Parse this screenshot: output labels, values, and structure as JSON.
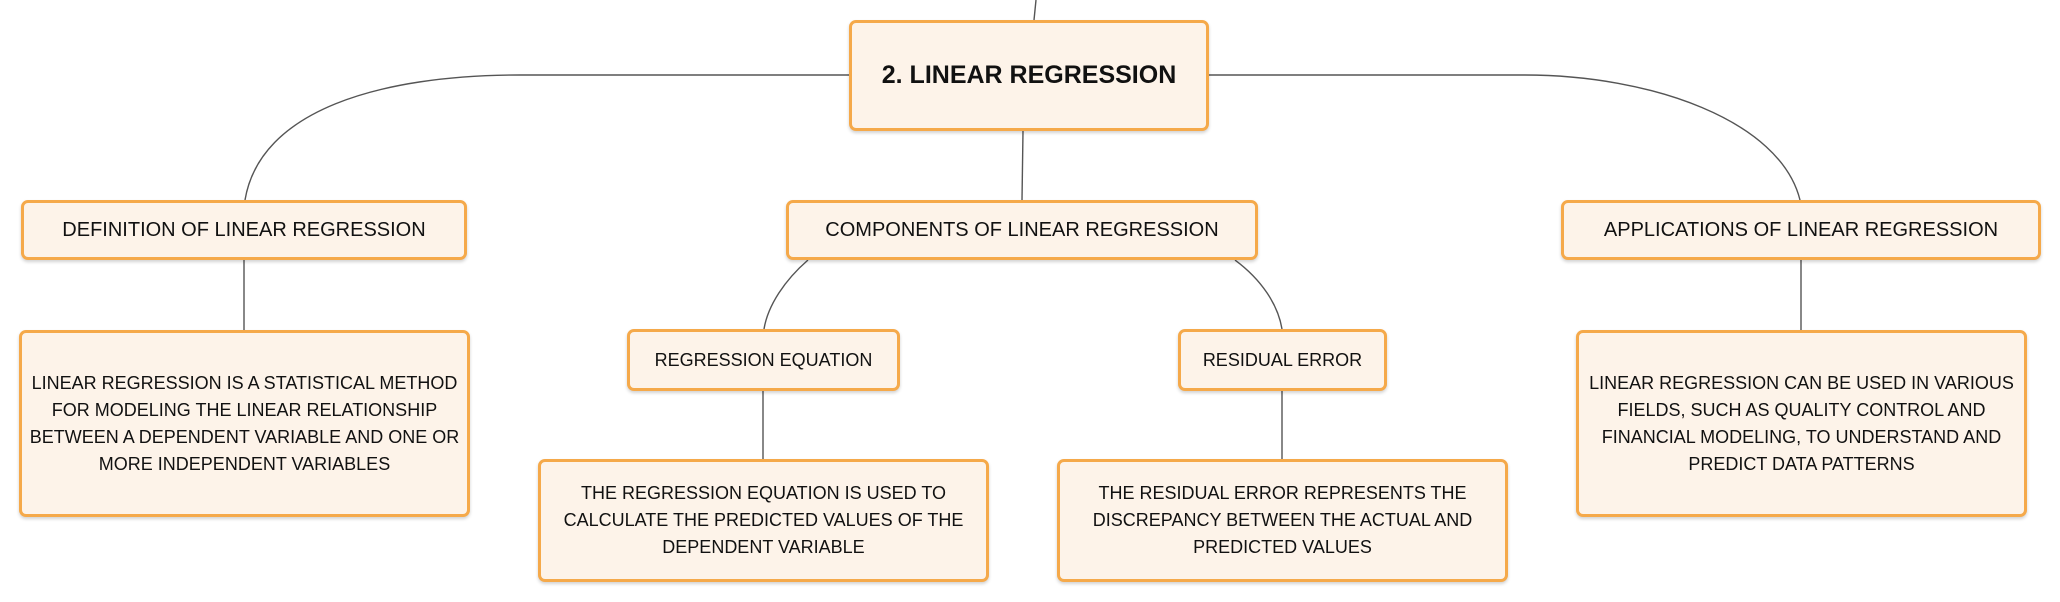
{
  "root": {
    "label": "2. LINEAR REGRESSION"
  },
  "branches": {
    "definition": {
      "label": "DEFINITION OF LINEAR REGRESSION",
      "description": "LINEAR REGRESSION IS A STATISTICAL METHOD FOR MODELING THE LINEAR RELATIONSHIP BETWEEN A DEPENDENT VARIABLE AND ONE OR MORE INDEPENDENT VARIABLES"
    },
    "components": {
      "label": "COMPONENTS OF LINEAR REGRESSION",
      "equation": {
        "label": "REGRESSION EQUATION",
        "description": "THE REGRESSION EQUATION IS USED TO CALCULATE THE PREDICTED VALUES OF THE DEPENDENT VARIABLE"
      },
      "residual": {
        "label": "RESIDUAL ERROR",
        "description": "THE RESIDUAL ERROR REPRESENTS THE DISCREPANCY BETWEEN THE ACTUAL AND PREDICTED VALUES"
      }
    },
    "applications": {
      "label": "APPLICATIONS OF LINEAR REGRESSION",
      "description": "LINEAR REGRESSION CAN BE USED IN VARIOUS FIELDS, SUCH AS QUALITY CONTROL AND FINANCIAL MODELING, TO UNDERSTAND AND PREDICT DATA PATTERNS"
    }
  },
  "colors": {
    "node_fill": "#fdf3e9",
    "node_border": "#f5a94a",
    "connector": "#555555",
    "text": "#111111"
  }
}
